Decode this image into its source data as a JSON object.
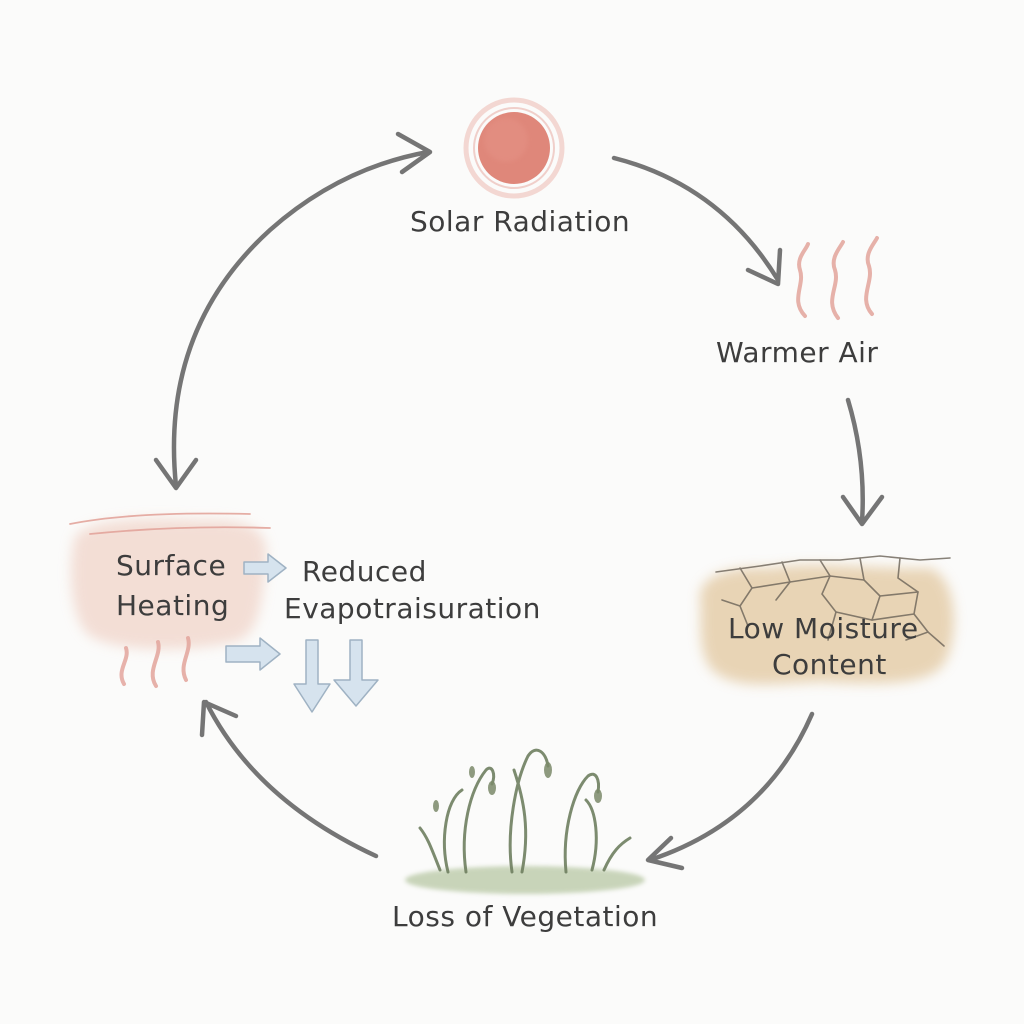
{
  "diagram": {
    "nodes": {
      "solar_radiation": "Solar Radiation",
      "warmer_air": "Warmer Air",
      "low_moisture_line1": "Low Moisture",
      "low_moisture_line2": "Content",
      "loss_of_vegetation": "Loss of Vegetation",
      "surface_heating_line1": "Surface",
      "surface_heating_line2": "Heating",
      "reduced_evap_line1": "Reduced",
      "reduced_evap_line2": "Evapotraisuration"
    },
    "colors": {
      "arrow": "#757575",
      "sun": "#dc7a6c",
      "heat_wave": "#e3a59c",
      "soil": "#e2c79f",
      "crack": "#6b6358",
      "plant": "#6f7f60",
      "ground": "#b8c8a4",
      "blue_arrow": "#d6e3ee",
      "blue_arrow_stroke": "#9fb2c3",
      "surface_wash": "#f0d2c6"
    }
  }
}
